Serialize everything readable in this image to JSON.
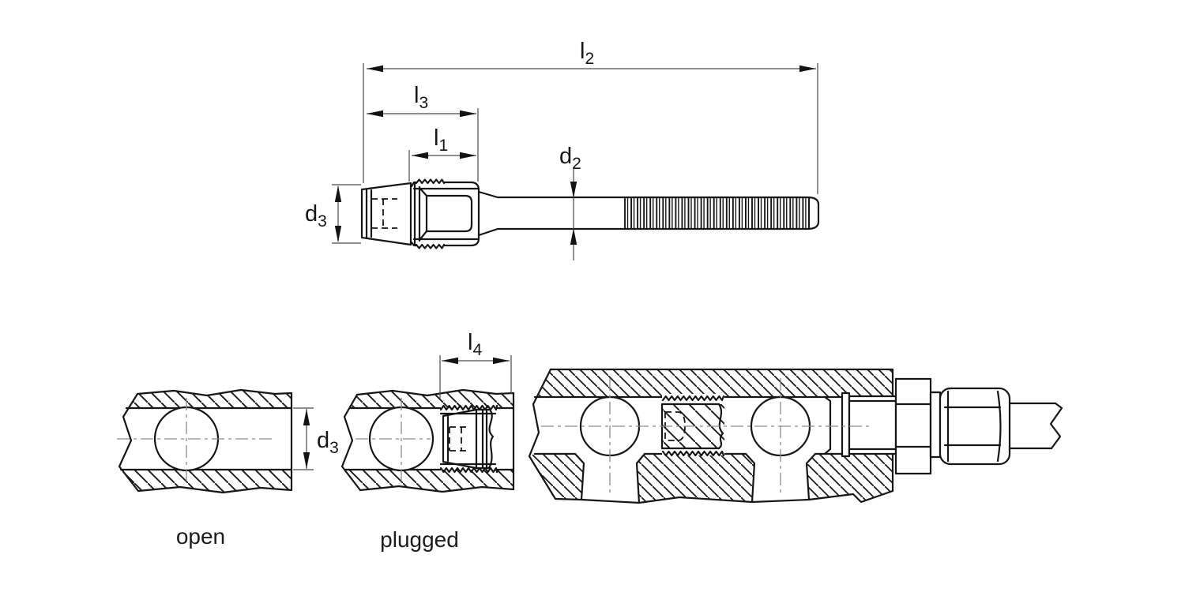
{
  "drawing": {
    "type": "engineering-diagram",
    "subject": "expander-plug-with-threaded-stud",
    "views": [
      "free-plug-side-view",
      "bore-open-section",
      "bore-plugged-section",
      "manifold-assembly-section"
    ]
  },
  "labels": {
    "l1": {
      "main": "l",
      "sub": "1"
    },
    "l2": {
      "main": "l",
      "sub": "2"
    },
    "l3": {
      "main": "l",
      "sub": "3"
    },
    "l4": {
      "main": "l",
      "sub": "4"
    },
    "d2": {
      "main": "d",
      "sub": "2"
    },
    "d3_free": {
      "main": "d",
      "sub": "3"
    },
    "d3_bore": {
      "main": "d",
      "sub": "3"
    }
  },
  "captions": {
    "open": "open",
    "plugged": "plugged"
  },
  "colors": {
    "background": "#ffffff",
    "outline": "#161616",
    "dimension_line": "#4a4a4a",
    "centerline": "#8c8c8c",
    "arrowhead": "#141414"
  }
}
